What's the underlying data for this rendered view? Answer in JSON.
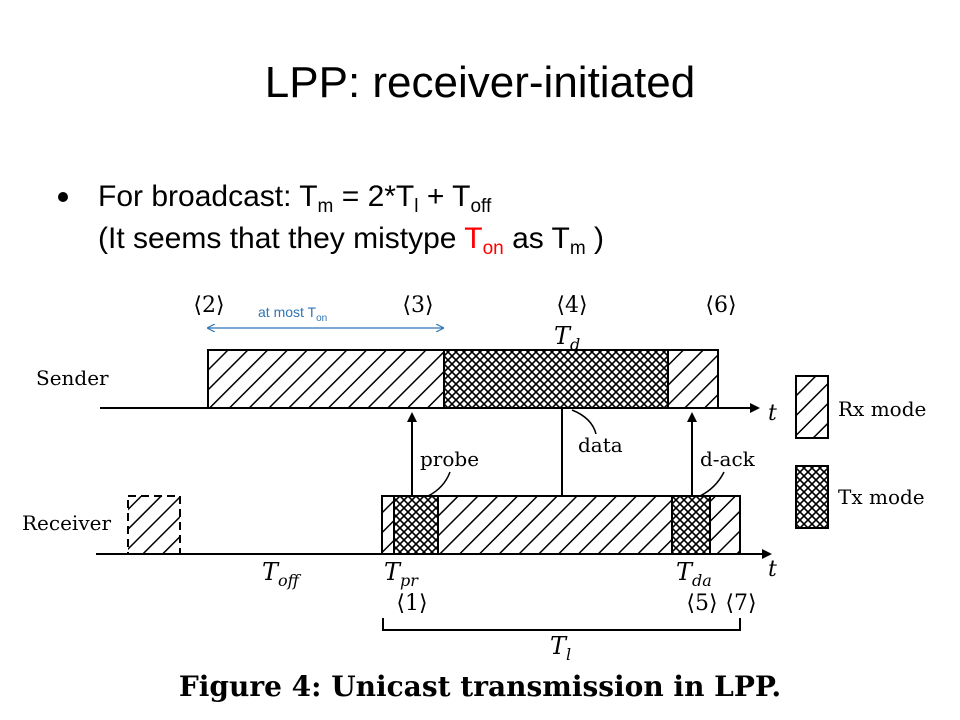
{
  "slide": {
    "title": "LPP: receiver-initiated"
  },
  "bullet": {
    "prefix": "For broadcast: ",
    "T": "T",
    "sub_m": "m",
    "eq": " = 2*T",
    "sub_l": "l",
    "plus": " + T",
    "sub_off": "off",
    "line2_a": "(It seems that they mistype ",
    "line2_T_red": "T",
    "line2_sub_on": "on",
    "line2_as": " as T",
    "line2_sub_m": "m",
    "line2_close": " )"
  },
  "annotation": {
    "text": "at most T",
    "sub": "on"
  },
  "figure": {
    "labels": {
      "l2": "⟨2⟩",
      "l3": "⟨3⟩",
      "l4": "⟨4⟩",
      "l6": "⟨6⟩",
      "l1": "⟨1⟩",
      "l5": "⟨5⟩",
      "l7": "⟨7⟩",
      "sender": "Sender",
      "receiver": "Receiver",
      "t_axis": "t",
      "Td": "T",
      "Td_sub": "d",
      "Toff": "T",
      "Toff_sub": "off",
      "Tpr": "T",
      "Tpr_sub": "pr",
      "Tda": "T",
      "Tda_sub": "da",
      "Tl": "T",
      "Tl_sub": "l",
      "probe": "probe",
      "data": "data",
      "dack": "d-ack",
      "rx_mode": "Rx mode",
      "tx_mode": "Tx mode"
    },
    "caption": "Figure 4:  Unicast transmission in LPP."
  },
  "colors": {
    "accent_red": "#ff0000",
    "annotation_blue": "#2e75b6"
  }
}
